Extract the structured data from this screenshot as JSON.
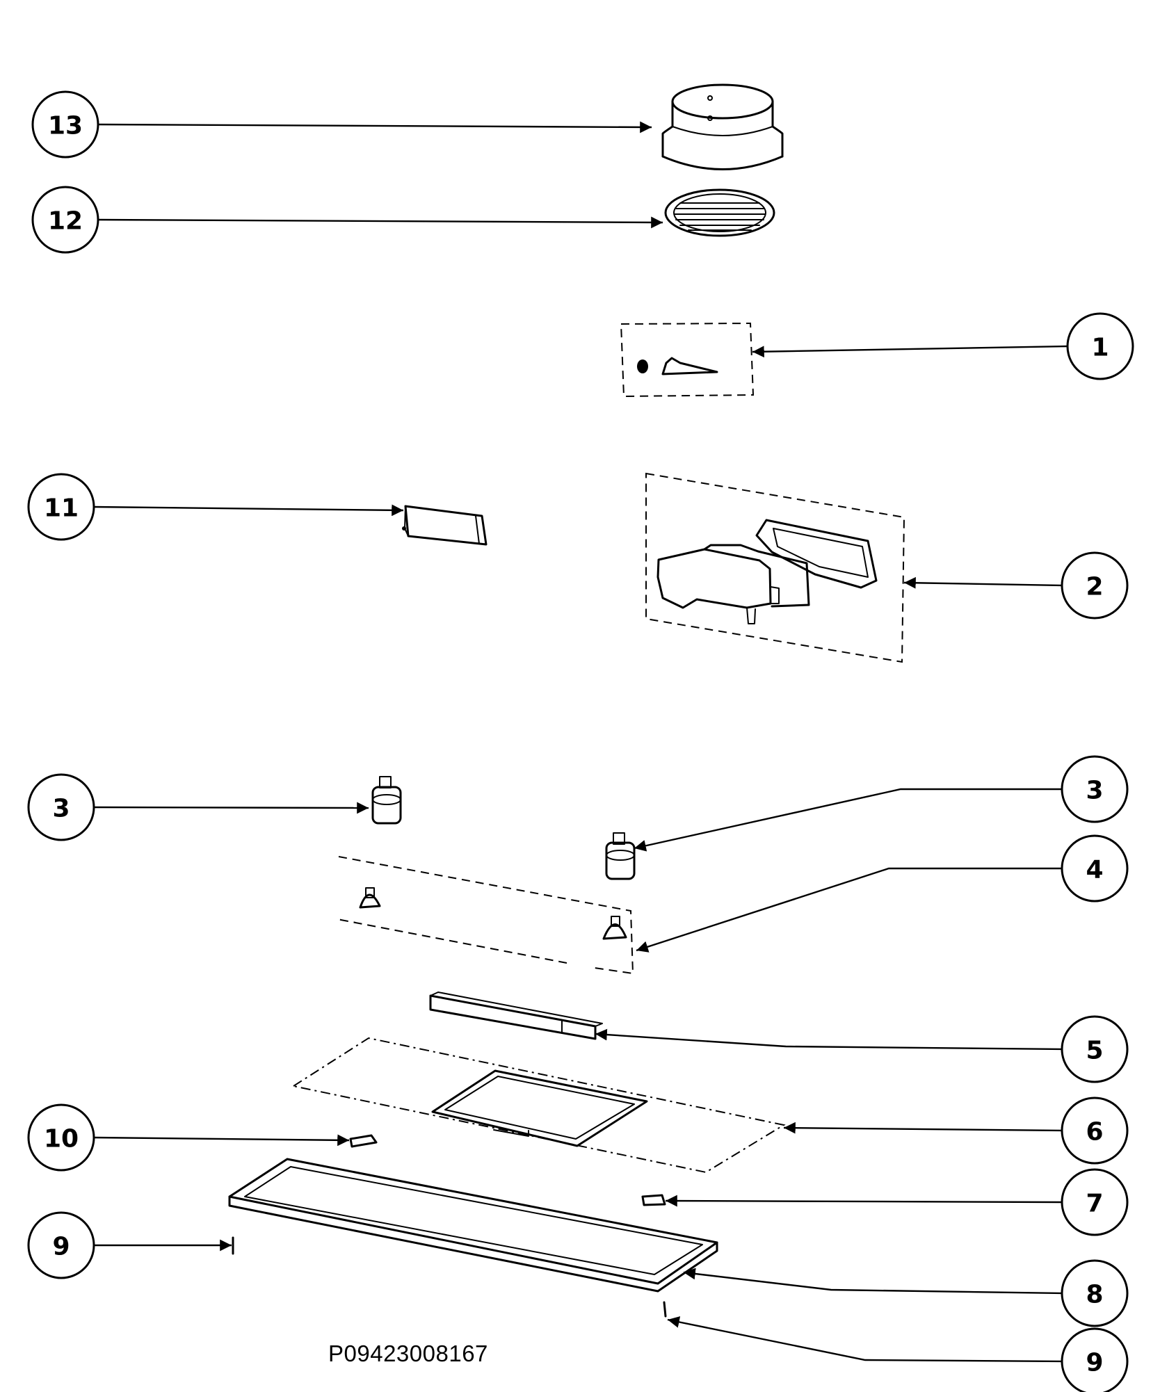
{
  "diagram": {
    "drawing_number": "P09423008167",
    "callouts": [
      "13",
      "12",
      "1",
      "11",
      "2",
      "3",
      "3",
      "4",
      "5",
      "6",
      "10",
      "7",
      "9",
      "8",
      "9"
    ],
    "colors": {
      "ink": "#000000",
      "paper": "#ffffff"
    },
    "parts": [
      "duct-collar-part",
      "backdraft-damper-part",
      "hardware-kit-part",
      "transformer-part",
      "control-board-assembly-part",
      "light-socket-part",
      "halogen-lamp-kit-part",
      "control-trim-part",
      "filter-frame-panel-part",
      "filter-latch-part",
      "light-lens-frame-part",
      "lens-clip-part",
      "screw-part"
    ]
  }
}
